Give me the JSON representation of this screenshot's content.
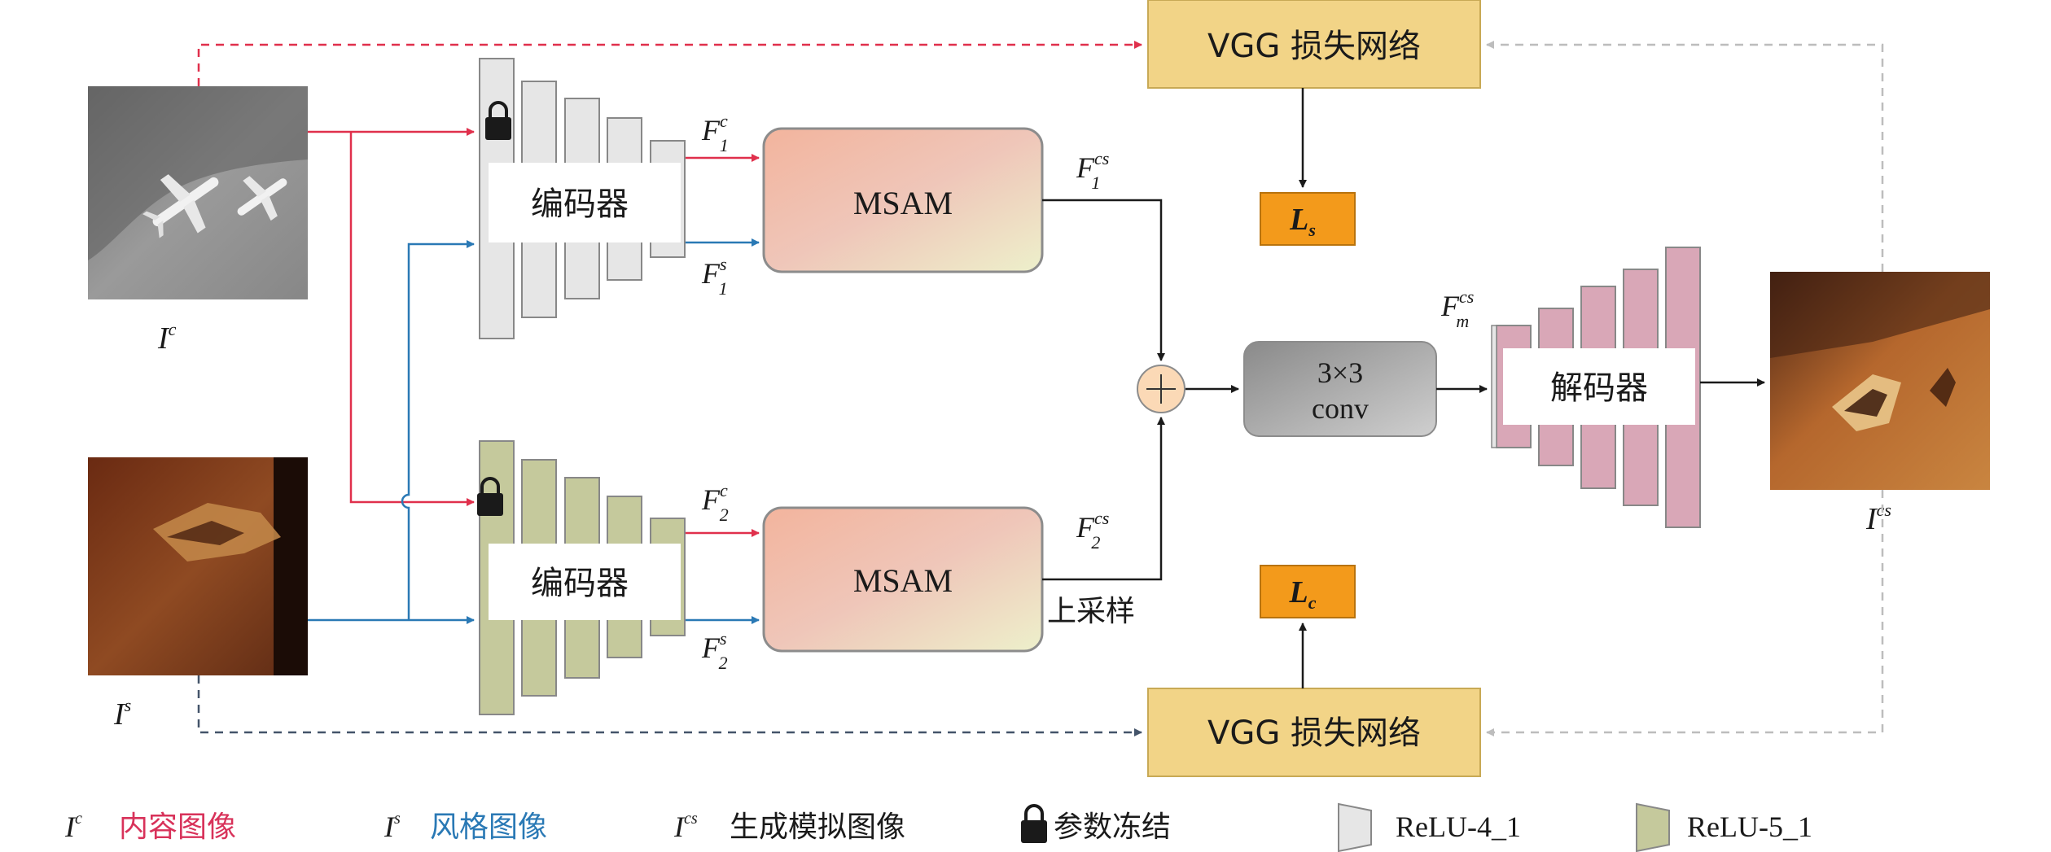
{
  "vgg_top": "VGG 损失网络",
  "vgg_bottom": "VGG 损失网络",
  "loss_style": {
    "base": "L",
    "sub": "s"
  },
  "loss_content": {
    "base": "L",
    "sub": "c"
  },
  "encoder_top": "编码器",
  "encoder_bottom": "编码器",
  "decoder": "解码器",
  "msam_top": "MSAM",
  "msam_bottom": "MSAM",
  "conv": {
    "line1": "3×3",
    "line2": "conv"
  },
  "upsample": "上采样",
  "features": {
    "f1c": {
      "base": "F",
      "sup": "c",
      "sub": "1"
    },
    "f1s": {
      "base": "F",
      "sup": "s",
      "sub": "1"
    },
    "f2c": {
      "base": "F",
      "sup": "c",
      "sub": "2"
    },
    "f2s": {
      "base": "F",
      "sup": "s",
      "sub": "2"
    },
    "f1cs": {
      "base": "F",
      "sup": "cs",
      "sub": "1"
    },
    "f2cs": {
      "base": "F",
      "sup": "cs",
      "sub": "2"
    },
    "fmcs": {
      "base": "F",
      "sup": "cs",
      "sub": "m"
    }
  },
  "images": {
    "content": {
      "base": "I",
      "sup": "c"
    },
    "style": {
      "base": "I",
      "sup": "s"
    },
    "generated": {
      "base": "I",
      "sup": "cs"
    }
  },
  "legend": {
    "content": {
      "symbol_base": "I",
      "symbol_sup": "c",
      "label": "内容图像"
    },
    "style": {
      "symbol_base": "I",
      "symbol_sup": "s",
      "label": "风格图像"
    },
    "generated": {
      "symbol_base": "I",
      "symbol_sup": "cs",
      "label": "生成模拟图像"
    },
    "frozen": {
      "label": "参数冻结"
    },
    "relu4": {
      "label": "ReLU-4_1"
    },
    "relu5": {
      "label": "ReLU-5_1"
    }
  },
  "colors": {
    "content_path": "#e0304c",
    "style_path": "#2a79b5",
    "feedback_path": "#bdbdbd",
    "vgg_fill": "#f2d487",
    "loss_fill": "#f39a1b",
    "encoder_top_fill": "#e6e6e6",
    "encoder_bottom_fill": "#c5c99c",
    "decoder_fill": "#d9a7b7",
    "content_label": "#d8325a",
    "style_label": "#2a79b5"
  }
}
